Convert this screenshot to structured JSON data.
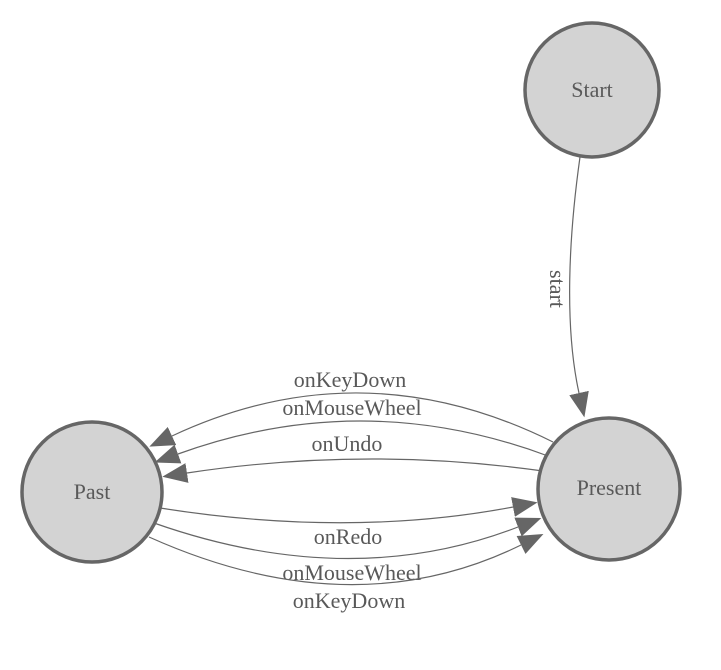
{
  "diagram": {
    "type": "state-machine",
    "nodes": [
      {
        "id": "start",
        "label": "Start"
      },
      {
        "id": "present",
        "label": "Present"
      },
      {
        "id": "past",
        "label": "Past"
      }
    ],
    "edges": [
      {
        "from": "start",
        "to": "present",
        "label": "start"
      },
      {
        "from": "present",
        "to": "past",
        "label": "onKeyDown"
      },
      {
        "from": "present",
        "to": "past",
        "label": "onMouseWheel"
      },
      {
        "from": "present",
        "to": "past",
        "label": "onUndo"
      },
      {
        "from": "past",
        "to": "present",
        "label": "onRedo"
      },
      {
        "from": "past",
        "to": "present",
        "label": "onMouseWheel"
      },
      {
        "from": "past",
        "to": "present",
        "label": "onKeyDown"
      }
    ],
    "colors": {
      "background": "#ffffff",
      "node_fill": "#d3d3d3",
      "node_stroke": "#666666",
      "edge_stroke": "#666666",
      "text": "#595959"
    }
  }
}
